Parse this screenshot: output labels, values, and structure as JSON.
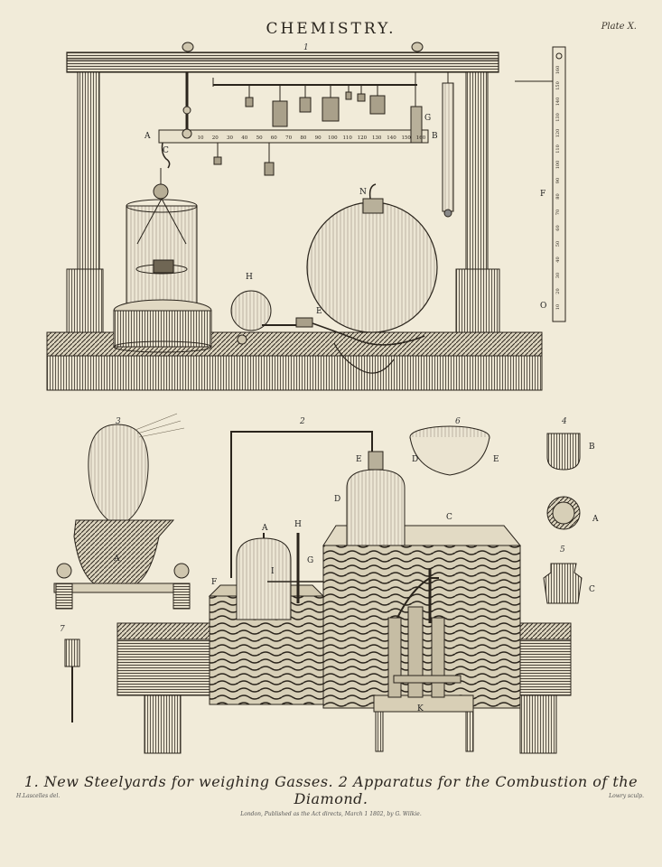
{
  "header": {
    "title": "CHEMISTRY.",
    "plate": "Plate X."
  },
  "figures": {
    "fig1": "1",
    "fig2": "2",
    "fig3": "3",
    "fig4": "4",
    "fig5": "5",
    "fig6": "6",
    "fig7": "7"
  },
  "letters": {
    "A": "A",
    "B": "B",
    "C": "C",
    "D": "D",
    "E": "E",
    "F": "F",
    "G": "G",
    "H": "H",
    "I": "I",
    "K": "K",
    "N": "N",
    "O": "O"
  },
  "scale_marks": [
    "10",
    "20",
    "30",
    "40",
    "50",
    "60",
    "70",
    "80",
    "90",
    "100",
    "110",
    "120",
    "130",
    "140",
    "150",
    "160"
  ],
  "caption": "1. New Steelyards for weighing Gasses. 2 Apparatus for the Combustion of the Diamond.",
  "credits": {
    "draftsman": "H.Lascelles del.",
    "engraver": "Lowry sculp."
  },
  "imprint": "London, Published as the Act directs, March 1 1802, by G. Wilkie."
}
